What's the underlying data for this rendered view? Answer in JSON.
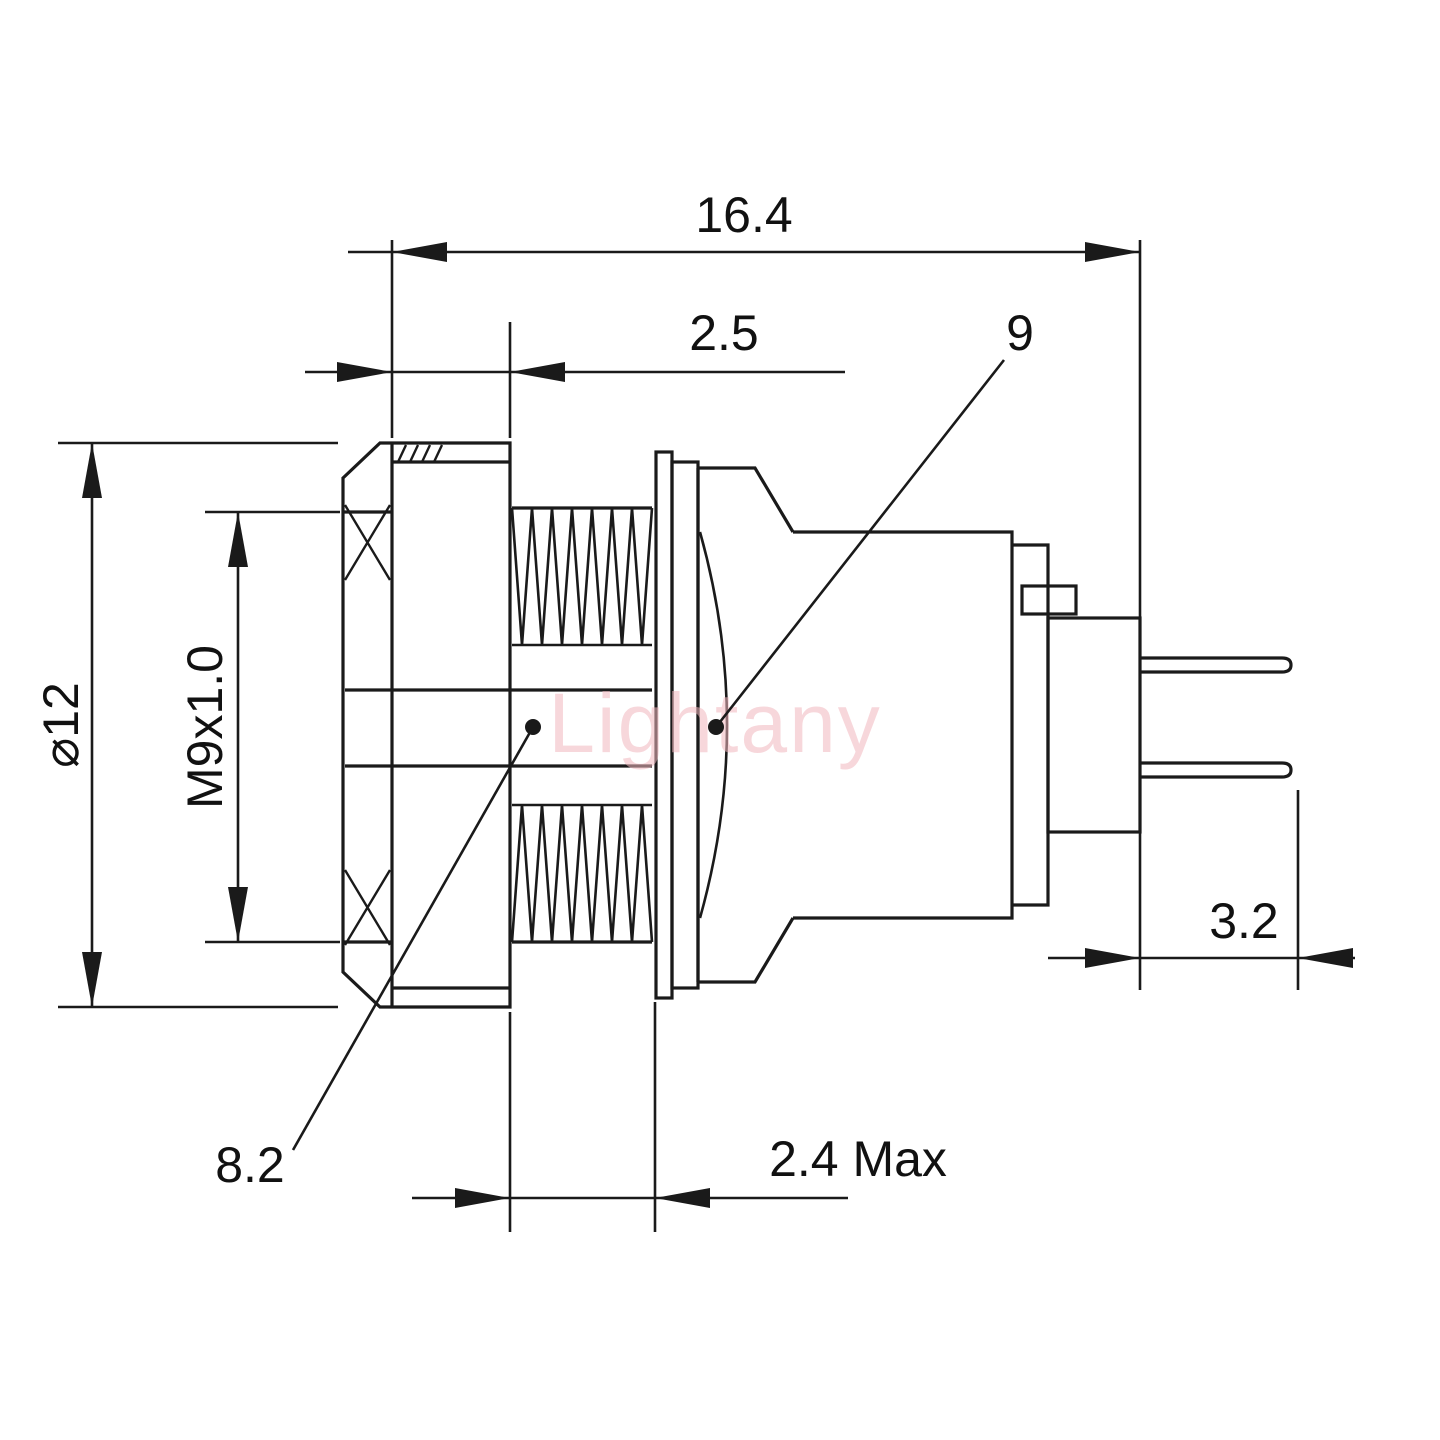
{
  "watermark": "Lightany",
  "dimensions": {
    "total_length": "16.4",
    "front_length": "2.5",
    "contact_leader": "9",
    "shell_diameter": "⌀12",
    "thread_spec": "M9x1.0",
    "bore_leader": "8.2",
    "panel_thickness_max": "2.4 Max",
    "pin_length": "3.2"
  },
  "colors": {
    "line": "#1a1a1a",
    "watermark": "#f2b7be",
    "background": "#ffffff"
  }
}
